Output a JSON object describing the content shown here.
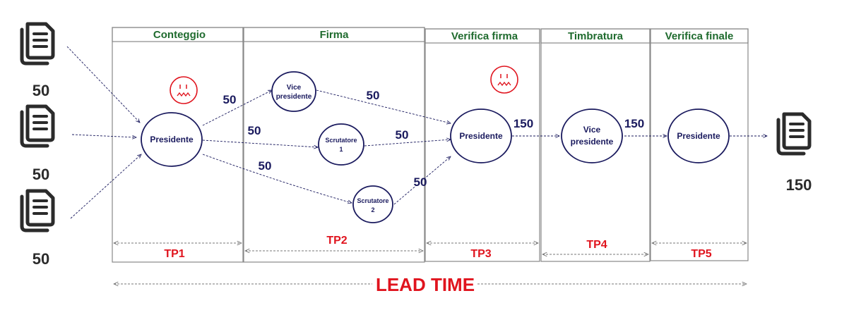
{
  "colors": {
    "phase_title": "#1f6b2e",
    "node_stroke": "#1a1a5e",
    "quantity": "#1a1a5e",
    "tp_label": "#e0141e",
    "sad_face": "#e0141e",
    "document_icon": "#2b2b2b",
    "phase_border": "#888888"
  },
  "phases": [
    {
      "title": "Conteggio",
      "tp": "TP1"
    },
    {
      "title": "Firma",
      "tp": "TP2"
    },
    {
      "title": "Verifica firma",
      "tp": "TP3"
    },
    {
      "title": "Timbratura",
      "tp": "TP4"
    },
    {
      "title": "Verifica finale",
      "tp": "TP5"
    }
  ],
  "nodes": {
    "presidente_1": "Presidente",
    "vice_presidente_1": [
      "Vice",
      "presidente"
    ],
    "scrutatore_1": [
      "Scrutatore",
      "1"
    ],
    "scrutatore_2": [
      "Scrutatore",
      "2"
    ],
    "presidente_2": "Presidente",
    "vice_presidente_2": [
      "Vice",
      "presidente"
    ],
    "presidente_3": "Presidente"
  },
  "inputs": [
    "50",
    "50",
    "50"
  ],
  "output": "150",
  "flows": {
    "to_vice": "50",
    "to_scrutatore_1": "50",
    "to_scrutatore_2": "50",
    "vice_to_verifica": "50",
    "scrutatore_1_to_verifica": "50",
    "scrutatore_2_to_verifica": "50",
    "verifica_to_timbratura": "150",
    "timbratura_to_finale": "150"
  },
  "lead_time": "LEAD TIME",
  "icons": [
    "document-icon",
    "sad-face-icon"
  ]
}
